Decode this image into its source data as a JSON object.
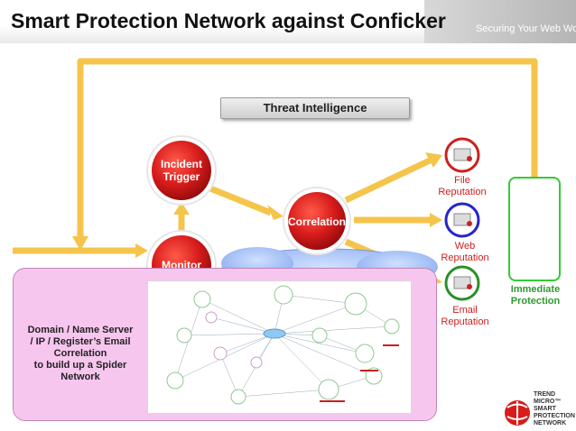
{
  "title": "Smart Protection Network against Conficker",
  "tagline": "Securing Your Web World",
  "threat_box": "Threat Intelligence",
  "nodes": {
    "incident_line1": "Incident",
    "incident_line2": "Trigger",
    "monitor": "Monitor",
    "correlation": "Correlation"
  },
  "reputations": {
    "file_line1": "File",
    "file_line2": "Reputation",
    "web_line1": "Web",
    "web_line2": "Reputation",
    "email_line1": "Email",
    "email_line2": "Reputation"
  },
  "immediate": {
    "line1": "Immediate",
    "line2": "Protection"
  },
  "panel_text": {
    "line1": "Domain / Name Server",
    "line2": "/ IP / Register’s Email",
    "line3": "Correlation",
    "line4": "to build up a Spider",
    "line5": "Network"
  },
  "logo": {
    "line1": "TREND MICRO™",
    "line2": "SMART",
    "line3": "PROTECTION",
    "line4": "NETWORK"
  },
  "colors": {
    "arrow": "#f5c44b",
    "node_red": "#d81c1c",
    "file_ring": "#cc2020",
    "web_ring": "#2525c8",
    "email_ring": "#2a8f2a",
    "immediate_green": "#33cc33",
    "panel_pink": "#f7c6ef"
  }
}
